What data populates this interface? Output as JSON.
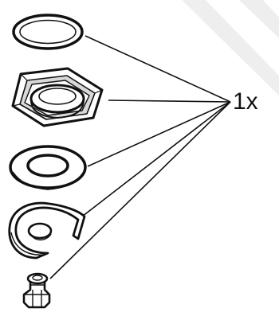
{
  "quantity_label": "1x",
  "parts": [
    {
      "name": "o-ring",
      "icon": "o-ring-icon"
    },
    {
      "name": "hex-flange",
      "icon": "hex-flange-icon"
    },
    {
      "name": "flat-washer",
      "icon": "flat-washer-icon"
    },
    {
      "name": "spring-clip",
      "icon": "spring-clip-icon"
    },
    {
      "name": "hex-nut",
      "icon": "hex-nut-icon"
    }
  ],
  "colors": {
    "line": "#111111",
    "fill": "#ffffff",
    "shade": "#d9d9d9",
    "watermark": "#ececec"
  }
}
